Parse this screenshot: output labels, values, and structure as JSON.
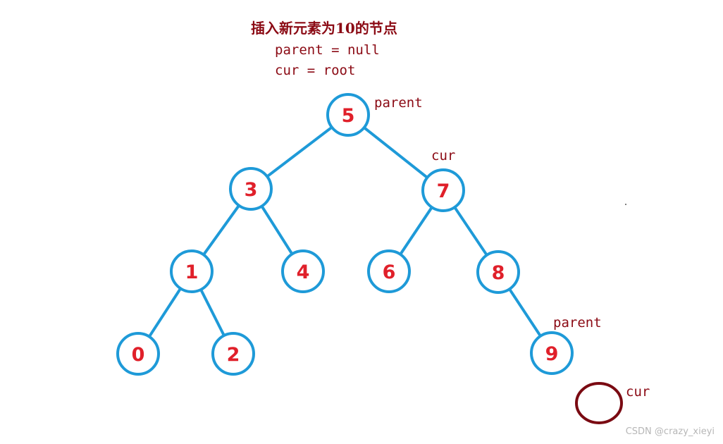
{
  "title": "插入新元素为10的节点",
  "code_lines": [
    "parent = null",
    "cur = root"
  ],
  "nodes": [
    {
      "id": "n5",
      "label": "5"
    },
    {
      "id": "n3",
      "label": "3"
    },
    {
      "id": "n7",
      "label": "7"
    },
    {
      "id": "n1",
      "label": "1"
    },
    {
      "id": "n4",
      "label": "4"
    },
    {
      "id": "n6",
      "label": "6"
    },
    {
      "id": "n8",
      "label": "8"
    },
    {
      "id": "n0",
      "label": "0"
    },
    {
      "id": "n2",
      "label": "2"
    },
    {
      "id": "n9",
      "label": "9"
    }
  ],
  "edges": [
    [
      "n5",
      "n3"
    ],
    [
      "n5",
      "n7"
    ],
    [
      "n3",
      "n1"
    ],
    [
      "n3",
      "n4"
    ],
    [
      "n7",
      "n6"
    ],
    [
      "n7",
      "n8"
    ],
    [
      "n1",
      "n0"
    ],
    [
      "n1",
      "n2"
    ],
    [
      "n8",
      "n9"
    ]
  ],
  "pointer_labels": {
    "parent_at_root": "parent",
    "cur_at_7": "cur",
    "parent_at_9": "parent",
    "cur_new": "cur"
  },
  "colors": {
    "node_stroke": "#1e9ad8",
    "node_text": "#e0202a",
    "annotation": "#8b0a14",
    "new_node": "#7a0a12"
  },
  "watermark": "CSDN @crazy_xieyi"
}
